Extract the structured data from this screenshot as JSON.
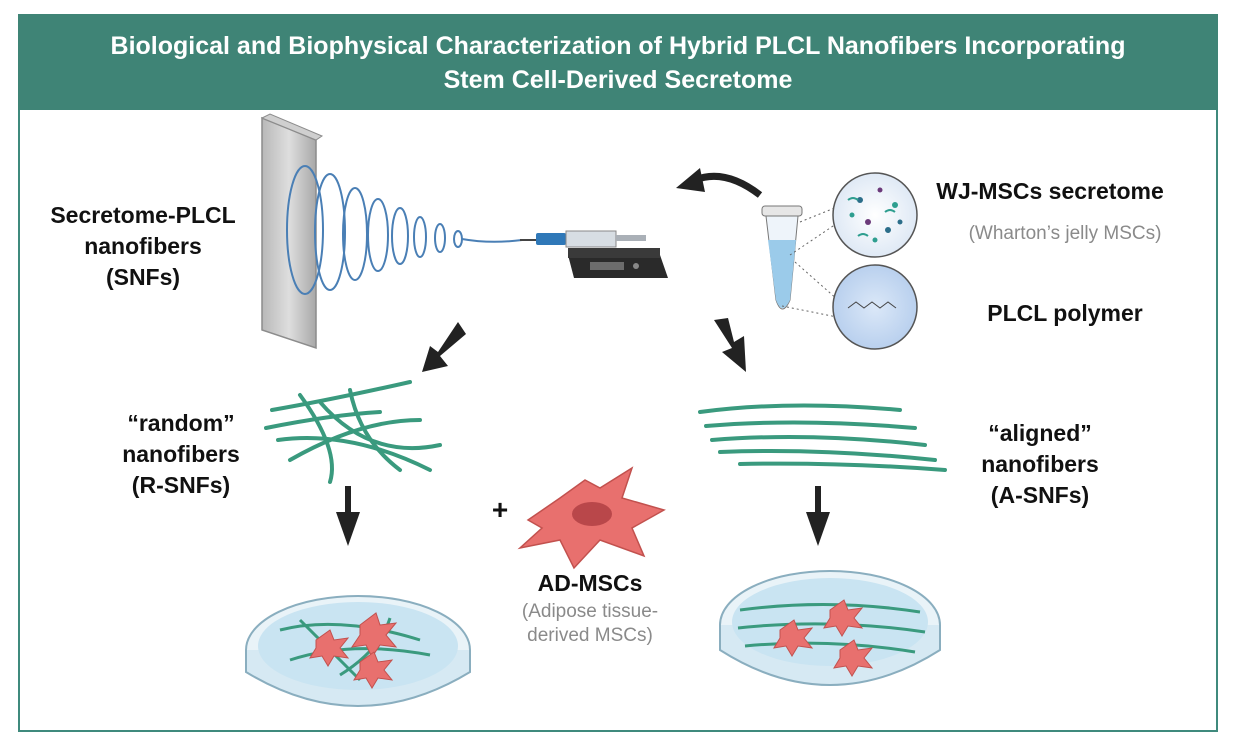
{
  "title": {
    "line1": "Biological and Biophysical Characterization of Hybrid PLCL Nanofibers Incorporating",
    "line2": "Stem Cell-Derived Secretome"
  },
  "snf_label": {
    "line1": "Secretome-PLCL",
    "line2": "nanofibers",
    "line3": "(SNFs)"
  },
  "secretome": {
    "label": "WJ-MSCs secretome",
    "note": "(Wharton’s jelly MSCs)"
  },
  "polymer": {
    "label": "PLCL polymer"
  },
  "random": {
    "line1": "“random”",
    "line2": "nanofibers",
    "line3": "(R-SNFs)"
  },
  "aligned": {
    "line1": "“aligned”",
    "line2": "nanofibers",
    "line3": "(A-SNFs)"
  },
  "cells": {
    "plus": "+",
    "label": "AD-MSCs",
    "note1": "(Adipose tissue-",
    "note2": "derived MSCs)"
  },
  "colors": {
    "header": "#3f8476",
    "fiber": "#3a9a7e",
    "cell": "#e8706e",
    "nucleus": "#b9474a",
    "syringe_blue": "#2f78b8",
    "dish_liquid": "#c9e4f2"
  },
  "icons": [
    "collector-plate-icon",
    "syringe-pump-icon",
    "tube-icon",
    "secretome-circle-icon",
    "polymer-circle-icon",
    "arrow-icon",
    "nanofiber-icon",
    "cell-icon",
    "petri-dish-icon"
  ]
}
